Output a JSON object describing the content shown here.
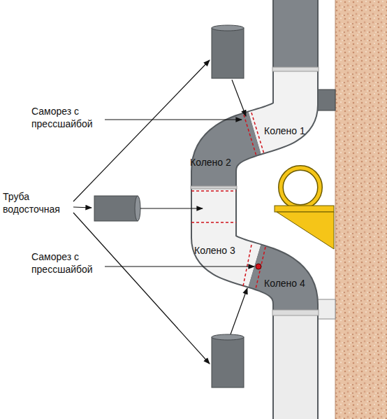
{
  "diagram": {
    "labels": [
      "Саморез с прессшайбой",
      "Колено 1",
      "Колено 2",
      "Труба водосточная",
      "Колено 3",
      "Саморез с прессшайбой",
      "Колено 4"
    ]
  }
}
